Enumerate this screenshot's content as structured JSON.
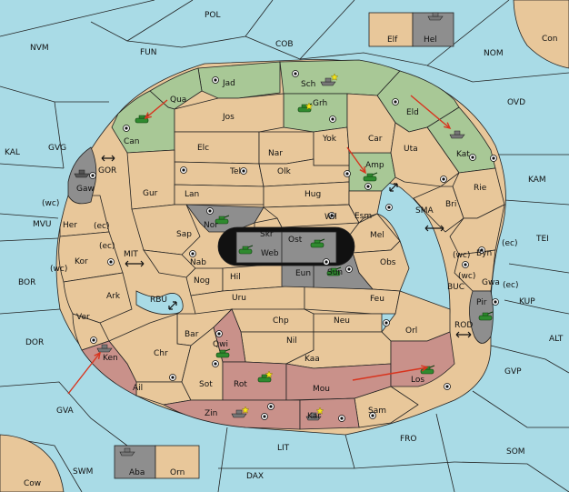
{
  "colors": {
    "sea": "#a9dbe6",
    "land": "#e8c79a",
    "green": "#a8c896",
    "red": "#c9918a",
    "grey": "#8e8e8e",
    "black": "#111111",
    "line": "#222222",
    "arrow": "#d8341e"
  },
  "sea_labels": {
    "pol": "POL",
    "nvm": "NVM",
    "fun": "FUN",
    "cob": "COB",
    "nom": "NOM",
    "con": "Con",
    "ovd": "OVD",
    "kal": "KAL",
    "gvg": "GVG",
    "gor": "GOR",
    "mvu": "MVU",
    "bor": "BOR",
    "dor": "DOR",
    "gva": "GVA",
    "mit": "MIT",
    "rbu": "RBU",
    "sma": "SMA",
    "kam": "KAM",
    "tei": "TEI",
    "buc": "BUC",
    "kup": "KUP",
    "alt": "ALT",
    "rod": "ROD",
    "gvp": "GVP",
    "fro": "FRO",
    "lit": "LIT",
    "som": "SOM",
    "swm": "SWM",
    "dax": "DAX",
    "cow": "Cow"
  },
  "land_labels": {
    "elf": "Elf",
    "hel": "Hel",
    "jad": "Jad",
    "sch": "Sch",
    "qua": "Qua",
    "jos": "Jos",
    "grh": "Grh",
    "eld": "Eld",
    "can": "Can",
    "elc": "Elc",
    "nar": "Nar",
    "yok": "Yok",
    "car": "Car",
    "uta": "Uta",
    "kat": "Kat",
    "tel": "Tel",
    "olk": "Olk",
    "amp": "Amp",
    "gaw": "Gaw",
    "gur": "Gur",
    "lan": "Lan",
    "hug": "Hug",
    "rie": "Rie",
    "bri": "Bri",
    "wil": "Wil",
    "esm": "Esm",
    "nor": "Nor",
    "skr": "Skr",
    "ost": "Ost",
    "her": "Her",
    "sap": "Sap",
    "web": "Web",
    "mel": "Mel",
    "byn": "Byn",
    "kor": "Kor",
    "nab": "Nab",
    "eun": "Eun",
    "sun": "Sun",
    "obs": "Obs",
    "gwa": "Gwa",
    "hil": "Hil",
    "nog": "Nog",
    "ark": "Ark",
    "uru": "Uru",
    "feu": "Feu",
    "pir": "Pir",
    "ver": "Ver",
    "chp": "Chp",
    "neu": "Neu",
    "orl": "Orl",
    "bar": "Bar",
    "nil": "Nil",
    "ken": "Ken",
    "qwi": "Qwi",
    "chr": "Chr",
    "kaa": "Kaa",
    "los": "Los",
    "sot": "Sot",
    "rot": "Rot",
    "ail": "Ail",
    "mou": "Mou",
    "zin": "Zin",
    "kar": "Kar",
    "sam": "Sam",
    "aba": "Aba",
    "orn": "Orn"
  },
  "coast_labels": {
    "wc1": "(wc)",
    "ec1": "(ec)",
    "ec2": "(ec)",
    "wc2": "(wc)",
    "wc3": "(wc)",
    "ec3": "(ec)",
    "wc4": "(wc)",
    "ec4": "(ec)"
  }
}
